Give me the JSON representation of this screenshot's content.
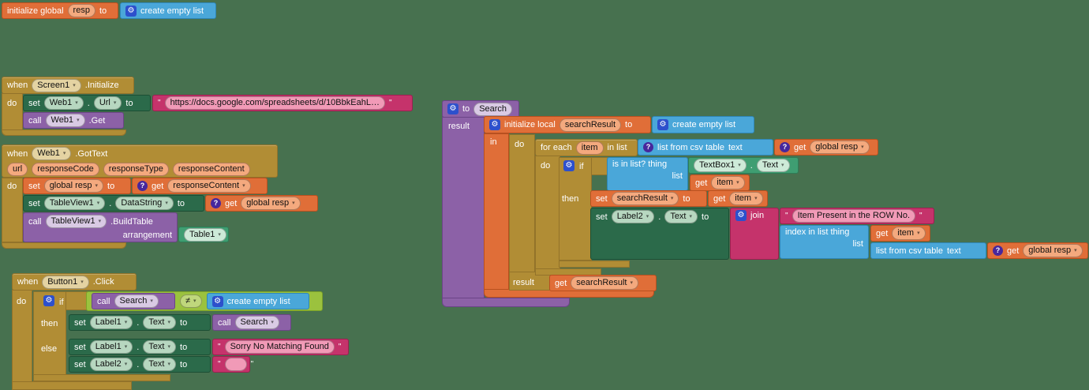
{
  "background": "#47714f",
  "colors": {
    "control_gold": "#b18d35",
    "variables_orange": "#e06e38",
    "component_set_green": "#2b6a4a",
    "component_get_emerald": "#3f9e72",
    "procedure_purple": "#8c61a7",
    "list_blue": "#4aa7d9",
    "text_pink": "#c5336b",
    "logic_lime": "#9bc23e",
    "gear_blue": "#2d50cc",
    "question_indigo": "#47279c"
  },
  "icons": {
    "gear": "⚙",
    "question": "?",
    "dropdown": "▾",
    "quote": "\""
  },
  "common": {
    "when": "when",
    "do": "do",
    "set": "set",
    "to": "to",
    "call": "call",
    "then": "then",
    "else": "else",
    "if": "if",
    "get": "get",
    "in": "in",
    "result": "result",
    "list": "list",
    "text": "text",
    "dot": ".",
    "join": "join"
  },
  "blocks": {
    "init_global": {
      "label": "initialize global",
      "var": "resp",
      "create": "create empty list"
    },
    "screen_init": {
      "component": "Screen1",
      "event": ".Initialize",
      "web": "Web1",
      "url_prop": "Url",
      "url": "https://docs.google.com/spreadsheets/d/10BbkEahL…",
      "get_method": ".Get"
    },
    "web_gottext": {
      "component": "Web1",
      "event": ".GotText",
      "params": [
        "url",
        "responseCode",
        "responseType",
        "responseContent"
      ],
      "global_var": "global resp",
      "response_content": "responseContent",
      "tableview": "TableView1",
      "datastring": "DataString",
      "buildtable": ".BuildTable",
      "arrangement": "arrangement",
      "table": "Table1"
    },
    "button_click": {
      "component": "Button1",
      "event": ".Click",
      "proc": "Search",
      "neq": "≠",
      "create": "create empty list",
      "label1": "Label1",
      "text_prop": "Text",
      "sorry": "Sorry No Matching Found",
      "label2": "Label2",
      "empty_string": ""
    },
    "search_proc": {
      "name": "Search",
      "local_var": "searchResult",
      "create": "create empty list",
      "for_each": "for each",
      "item": "item",
      "in_list": "in list",
      "list_from_csv": "list from csv table",
      "global_var": "global resp",
      "is_in_list": "is in list? thing",
      "index_in_list": "index in list  thing",
      "textbox": "TextBox1",
      "text_prop": "Text",
      "label2": "Label2",
      "row_msg": "Item Present in the ROW No."
    }
  }
}
